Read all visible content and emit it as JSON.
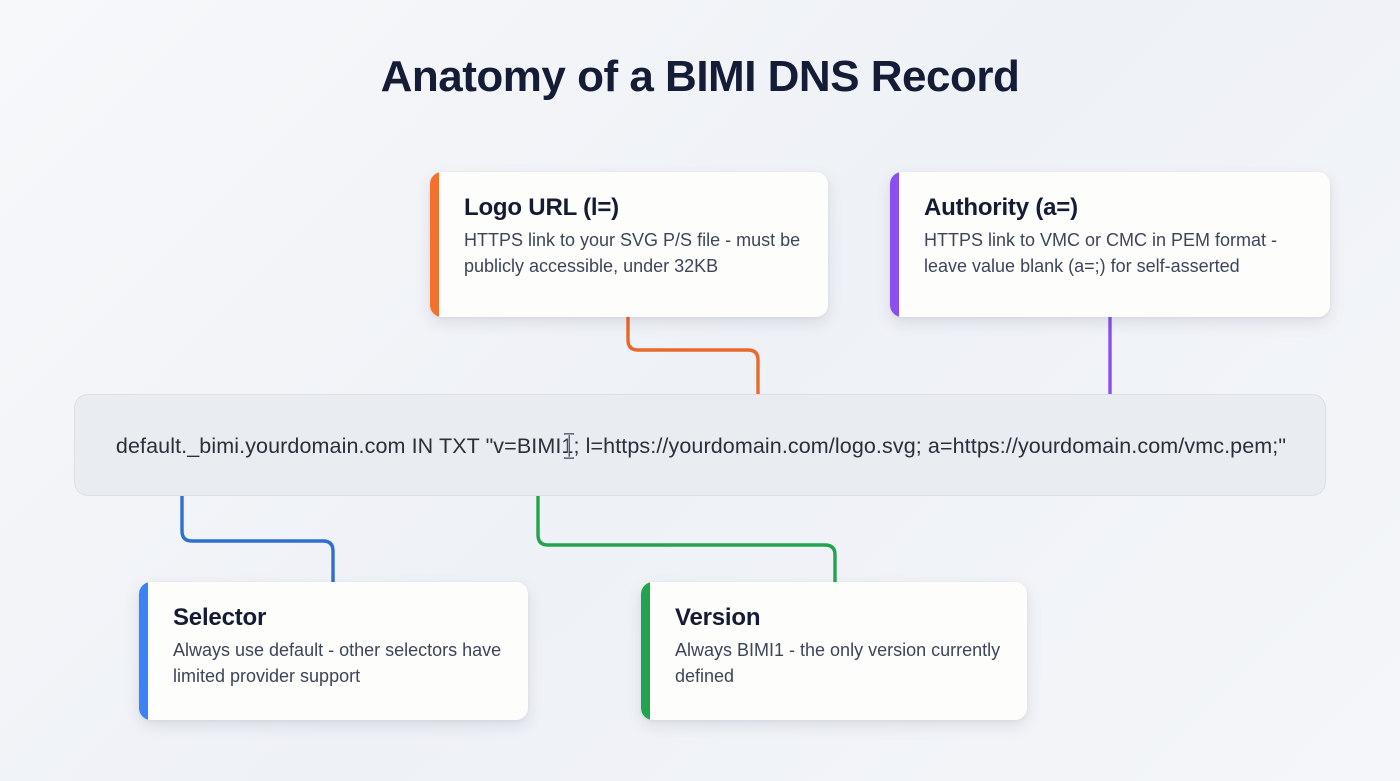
{
  "title": "Anatomy of a BIMI DNS Record",
  "record": {
    "full_text": "default._bimi.yourdomain.com  IN  TXT  \"v=BIMI1; l=https://yourdomain.com/logo.svg; a=https://yourdomain.com/vmc.pem;\""
  },
  "colors": {
    "background": "#f1f3f7",
    "title": "#151c36",
    "card_bg": "#fdfdfc",
    "record_bg": "#e9ecf1",
    "orange": "#ef6c2a",
    "purple": "#8b4ff0",
    "blue": "#3b82f6",
    "green": "#22a44e"
  },
  "cards": [
    {
      "id": "logo-url",
      "title": "Logo URL (l=)",
      "description": "HTTPS link to your SVG P/S file - must be publicly accessible, under 32KB",
      "accent_color": "#f2712c",
      "accent_name": "orange-accent-bar"
    },
    {
      "id": "authority",
      "title": "Authority (a=)",
      "description": "HTTPS link to VMC or CMC in PEM format - leave value blank (a=;) for self-asserted",
      "accent_color": "#8b4ff0",
      "accent_name": "purple-accent-bar"
    },
    {
      "id": "selector",
      "title": "Selector",
      "description": "Always use default - other selectors have limited provider support",
      "accent_color": "#3b82f6",
      "accent_name": "blue-accent-bar"
    },
    {
      "id": "version",
      "title": "Version",
      "description": "Always BIMI1 - the only version currently defined",
      "accent_color": "#22a44e",
      "accent_name": "green-accent-bar"
    }
  ],
  "connectors": [
    {
      "id": "logo-url-connector",
      "color": "#e8692b",
      "target_segment": "l=https://yourdomain.com/logo.svg"
    },
    {
      "id": "authority-connector",
      "color": "#8b4ff0",
      "target_segment": "a=https://yourdomain.com/vmc.pem;"
    },
    {
      "id": "selector-connector",
      "color": "#2f6fd0",
      "target_segment": "default._bimi"
    },
    {
      "id": "version-connector",
      "color": "#22a44e",
      "target_segment": "v=BIMI1"
    }
  ],
  "cursor": {
    "type": "text-ibeam-cursor"
  }
}
